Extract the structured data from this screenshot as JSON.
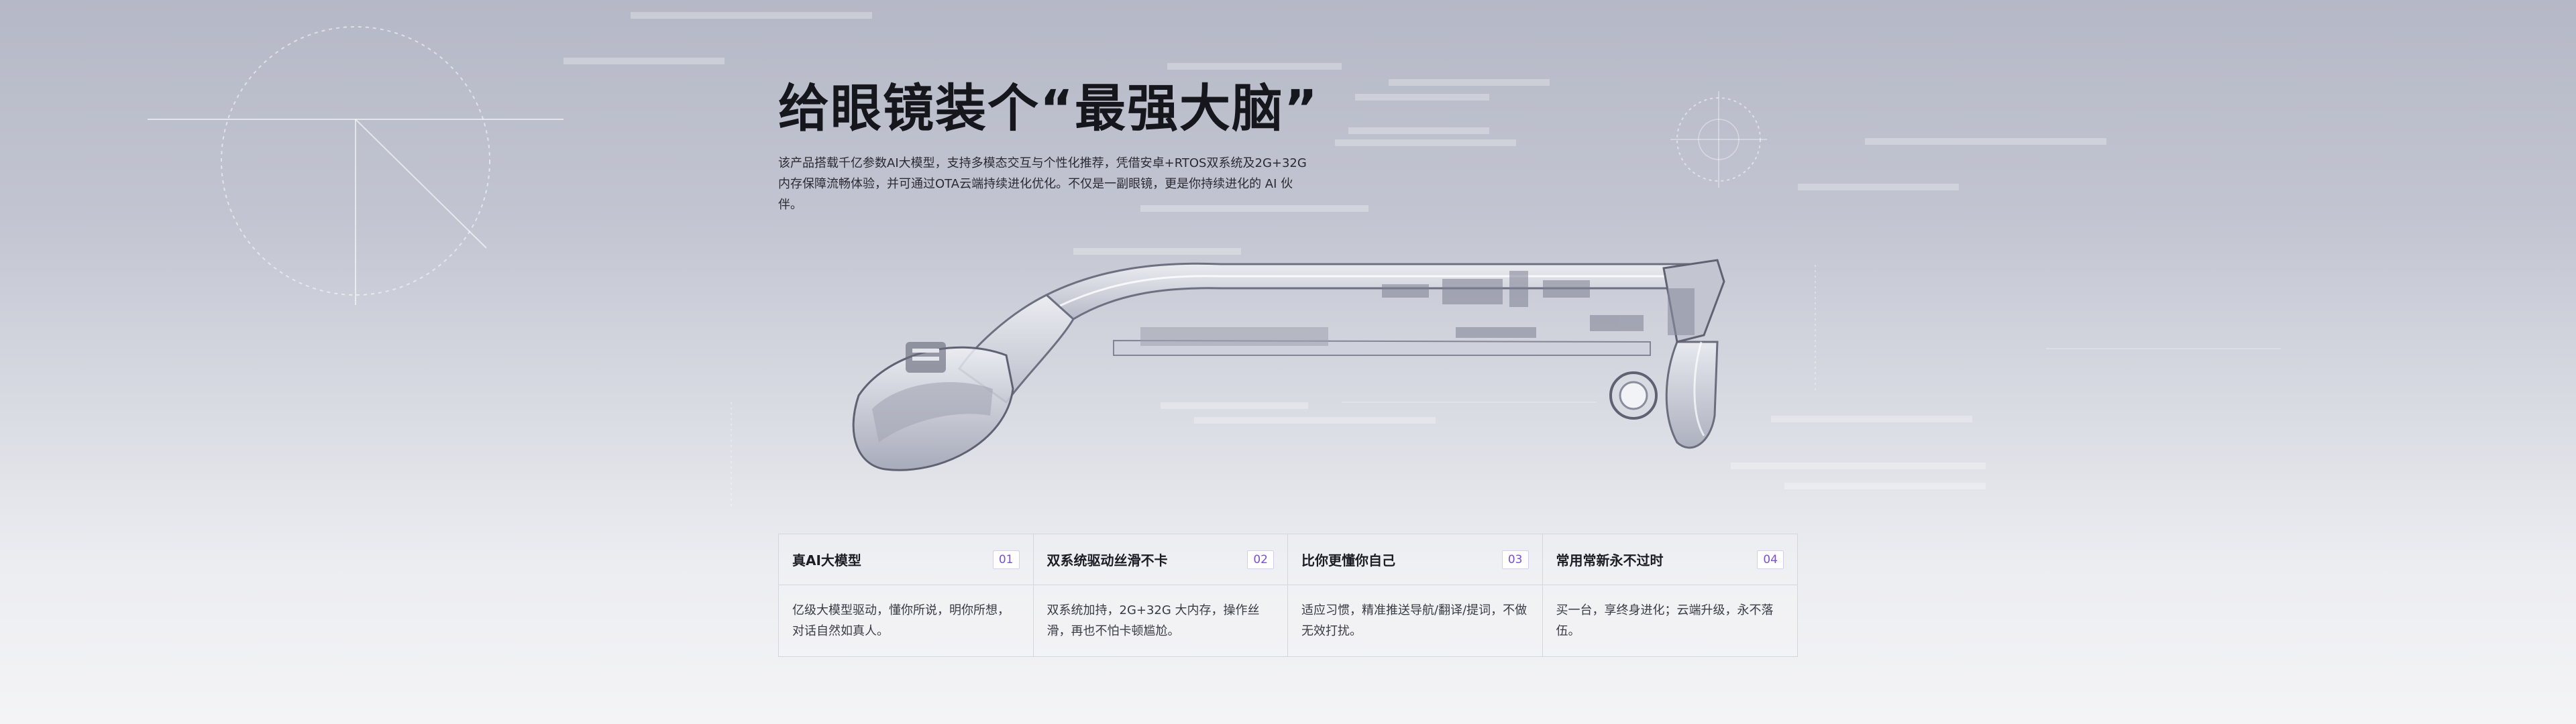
{
  "hero": {
    "title": "给眼镜装个“最强大脑”",
    "description": "该产品搭载千亿参数AI大模型，支持多模态交互与个性化推荐，凭借安卓+RTOS双系统及2G+32G内存保障流畅体验，并可通过OTA云端持续进化优化。不仅是一副眼镜，更是你持续进化的 AI 伙伴。"
  },
  "features": [
    {
      "title": "真AI大模型",
      "number": "01",
      "body": "亿级大模型驱动，懂你所说，明你所想，对话自然如真人。"
    },
    {
      "title": "双系统驱动丝滑不卡",
      "number": "02",
      "body": "双系统加持，2G+32G 大内存，操作丝滑，再也不怕卡顿尴尬。"
    },
    {
      "title": "比你更懂你自己",
      "number": "03",
      "body": "适应习惯，精准推送导航/翻译/提词，不做无效打扰。"
    },
    {
      "title": "常用常新永不过时",
      "number": "04",
      "body": "买一台，享终身进化；云端升级，永不落伍。"
    }
  ],
  "colors": {
    "accent": "#7a4fd0",
    "text": "#16161d"
  }
}
